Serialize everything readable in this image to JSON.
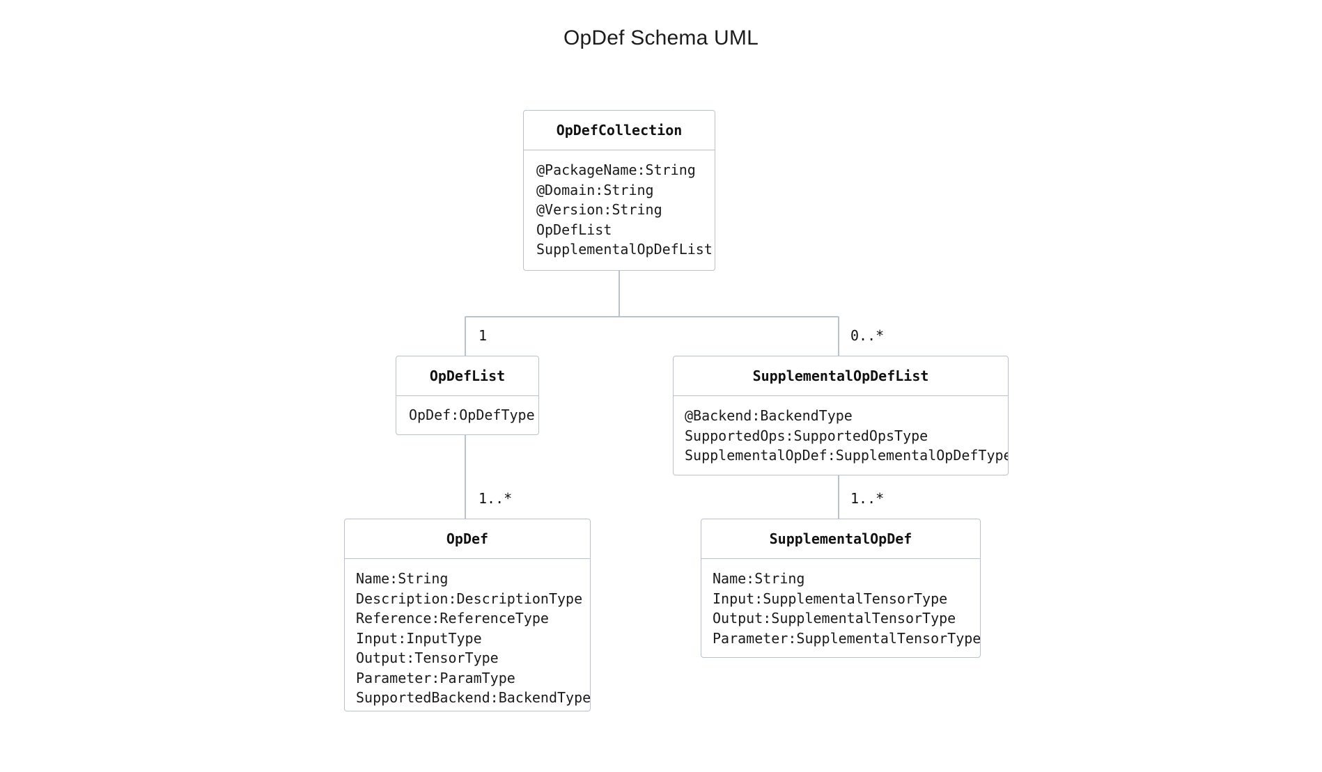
{
  "diagram": {
    "title": "OpDef Schema UML",
    "type": "uml-class-diagram",
    "background_color": "#ffffff",
    "border_color": "#b9c2cc",
    "text_color": "#111111",
    "classes": [
      {
        "id": "opdefcollection",
        "name": "OpDefCollection",
        "attributes": [
          "@PackageName:String",
          "@Domain:String",
          "@Version:String",
          "OpDefList",
          "SupplementalOpDefList"
        ]
      },
      {
        "id": "opdeflist",
        "name": "OpDefList",
        "attributes": [
          "OpDef:OpDefType"
        ]
      },
      {
        "id": "suppopdeflist",
        "name": "SupplementalOpDefList",
        "attributes": [
          "@Backend:BackendType",
          "SupportedOps:SupportedOpsType",
          "SupplementalOpDef:SupplementalOpDefType"
        ]
      },
      {
        "id": "opdef",
        "name": "OpDef",
        "attributes": [
          "Name:String",
          "Description:DescriptionType",
          "Reference:ReferenceType",
          "Input:InputType",
          "Output:TensorType",
          "Parameter:ParamType",
          "SupportedBackend:BackendType"
        ]
      },
      {
        "id": "suppopdef",
        "name": "SupplementalOpDef",
        "attributes": [
          "Name:String",
          "Input:SupplementalTensorType",
          "Output:SupplementalTensorType",
          "Parameter:SupplementalTensorType"
        ]
      }
    ],
    "relationships": [
      {
        "from": "OpDefCollection",
        "to": "OpDefList",
        "multiplicity": "1"
      },
      {
        "from": "OpDefCollection",
        "to": "SupplementalOpDefList",
        "multiplicity": "0..*"
      },
      {
        "from": "OpDefList",
        "to": "OpDef",
        "multiplicity": "1..*"
      },
      {
        "from": "SupplementalOpDefList",
        "to": "SupplementalOpDef",
        "multiplicity": "1..*"
      }
    ]
  }
}
